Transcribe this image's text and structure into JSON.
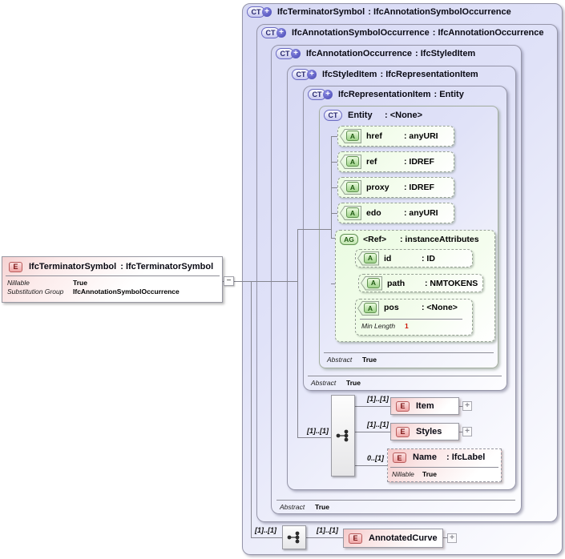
{
  "glyphs": {
    "derived_plus": "+",
    "expand": "+",
    "collapse": "−"
  },
  "colors": {
    "box_fill": "#dcdef6",
    "green_fill": "#eefbe6",
    "pink_fill": "#f4c8c8",
    "line": "#85858f",
    "facet_red": "#cc1500"
  },
  "left_element": {
    "badge": "E",
    "name": "IfcTerminatorSymbol",
    "type": ": IfcTerminatorSymbol",
    "properties": [
      {
        "label": "Nillable",
        "value": "True"
      },
      {
        "label": "Substitution Group",
        "value": "IfcAnnotationSymbolOccurrence"
      }
    ]
  },
  "types": {
    "t1": {
      "badge": "CT",
      "name": "IfcTerminatorSymbol",
      "type": ": IfcAnnotationSymbolOccurrence"
    },
    "t2": {
      "badge": "CT",
      "name": "IfcAnnotationSymbolOccurrence",
      "type": ": IfcAnnotationOccurrence"
    },
    "t3": {
      "badge": "CT",
      "name": "IfcAnnotationOccurrence",
      "type": ": IfcStyledItem",
      "abstract": {
        "label": "Abstract",
        "value": "True"
      }
    },
    "t4": {
      "badge": "CT",
      "name": "IfcStyledItem",
      "type": ": IfcRepresentationItem"
    },
    "t5": {
      "badge": "CT",
      "name": "IfcRepresentationItem",
      "type": ": Entity",
      "abstract": {
        "label": "Abstract",
        "value": "True"
      }
    },
    "entity": {
      "badge": "CT",
      "name": "Entity",
      "type": ": <None>",
      "abstract": {
        "label": "Abstract",
        "value": "True"
      }
    }
  },
  "entity_attributes": [
    {
      "badge": "A",
      "name": "href",
      "type": ": anyURI"
    },
    {
      "badge": "A",
      "name": "ref",
      "type": ": IDREF"
    },
    {
      "badge": "A",
      "name": "proxy",
      "type": ": IDREF"
    },
    {
      "badge": "A",
      "name": "edo",
      "type": ": anyURI"
    }
  ],
  "ref_group": {
    "badge": "AG",
    "name": "<Ref>",
    "type": ": instanceAttributes",
    "attributes": [
      {
        "badge": "A",
        "name": "id",
        "type": ": ID"
      },
      {
        "badge": "A",
        "name": "path",
        "type": ": NMTOKENS"
      },
      {
        "badge": "A",
        "name": "pos",
        "type": ": <None>",
        "facet": {
          "label": "Min Length",
          "value": "1"
        }
      }
    ]
  },
  "styled_item_model": {
    "cardinality": "[1]..[1]",
    "children": [
      {
        "cardinality": "[1]..[1]",
        "badge": "E",
        "name": "Item"
      },
      {
        "cardinality": "[1]..[1]",
        "badge": "E",
        "name": "Styles"
      },
      {
        "cardinality": "0..[1]",
        "badge": "E",
        "name": "Name",
        "type": ": IfcLabel",
        "properties": [
          {
            "label": "Nillable",
            "value": "True"
          }
        ]
      }
    ]
  },
  "terminator_model": {
    "cardinality": "[1]..[1]",
    "child_cardinality": "[1]..[1]",
    "element": {
      "badge": "E",
      "name": "AnnotatedCurve"
    }
  }
}
